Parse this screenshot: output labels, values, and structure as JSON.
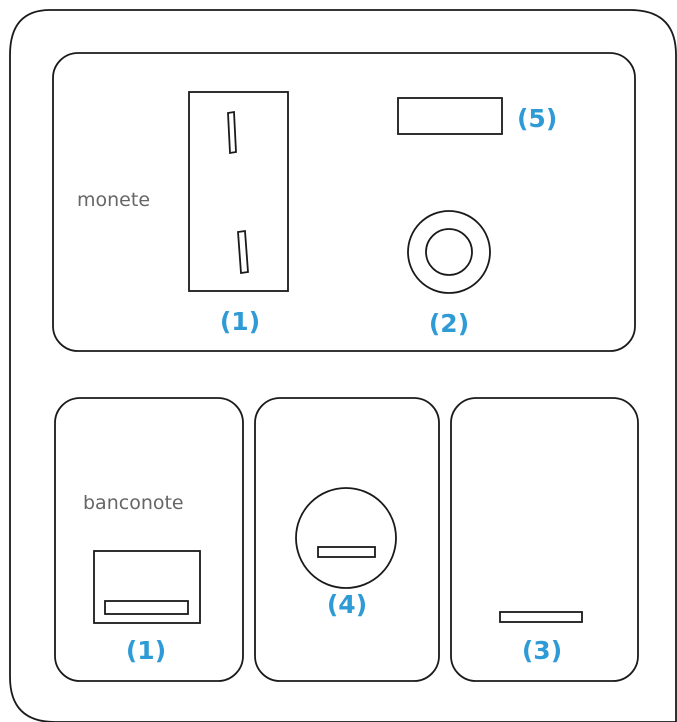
{
  "top_panel": {
    "label": "monete",
    "coin_slot_number": "(1)",
    "knob_number": "(2)",
    "display_number": "(5)"
  },
  "bottom_panels": {
    "bill": {
      "label": "banconote",
      "number": "(1)"
    },
    "lock": {
      "number": "(4)"
    },
    "slot": {
      "number": "(3)"
    }
  },
  "colors": {
    "accent": "#2e9bd6",
    "outline": "#1a1a1a",
    "label": "#666666"
  }
}
